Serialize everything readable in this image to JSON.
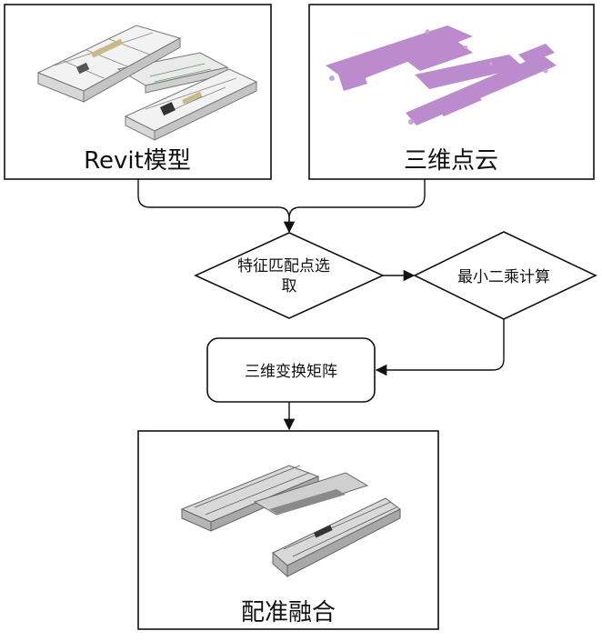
{
  "nodes": {
    "revit_model": {
      "label": "Revit模型"
    },
    "point_cloud": {
      "label": "三维点云"
    },
    "feature_points": {
      "label_line1": "特征匹配点选",
      "label_line2": "取"
    },
    "least_squares": {
      "label": "最小二乘计算"
    },
    "transform_matrix": {
      "label": "三维变换矩阵"
    },
    "registration": {
      "label": "配准融合"
    }
  },
  "colors": {
    "stroke": "#111111",
    "point_cloud": "#b47fc8",
    "model_gray": "#9a9a9a"
  }
}
